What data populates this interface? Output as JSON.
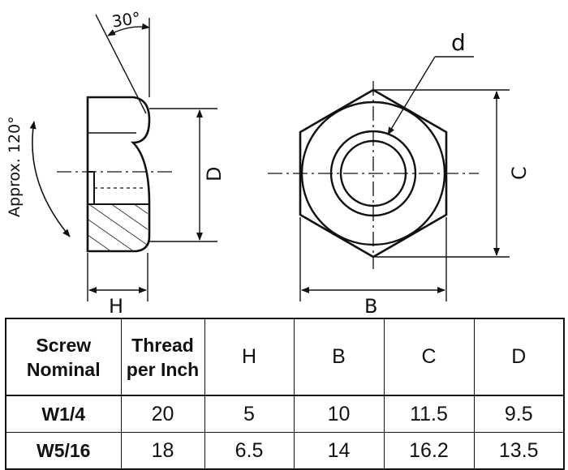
{
  "drawing": {
    "angle_top": "30°",
    "angle_side": "Approx. 120°",
    "label_d": "d",
    "label_D": "D",
    "label_C": "C",
    "label_H": "H",
    "label_B": "B"
  },
  "table": {
    "headers": {
      "screw_line1": "Screw",
      "screw_line2": "Nominal",
      "thread_line1": "Thread",
      "thread_line2": "per Inch",
      "h": "H",
      "b": "B",
      "c": "C",
      "d": "D"
    },
    "rows": [
      {
        "screw": "W1/4",
        "thread": "20",
        "h": "5",
        "b": "10",
        "c": "11.5",
        "d": "9.5"
      },
      {
        "screw": "W5/16",
        "thread": "18",
        "h": "6.5",
        "b": "14",
        "c": "16.2",
        "d": "13.5"
      }
    ]
  },
  "colors": {
    "line": "#111111",
    "background": "#ffffff"
  }
}
